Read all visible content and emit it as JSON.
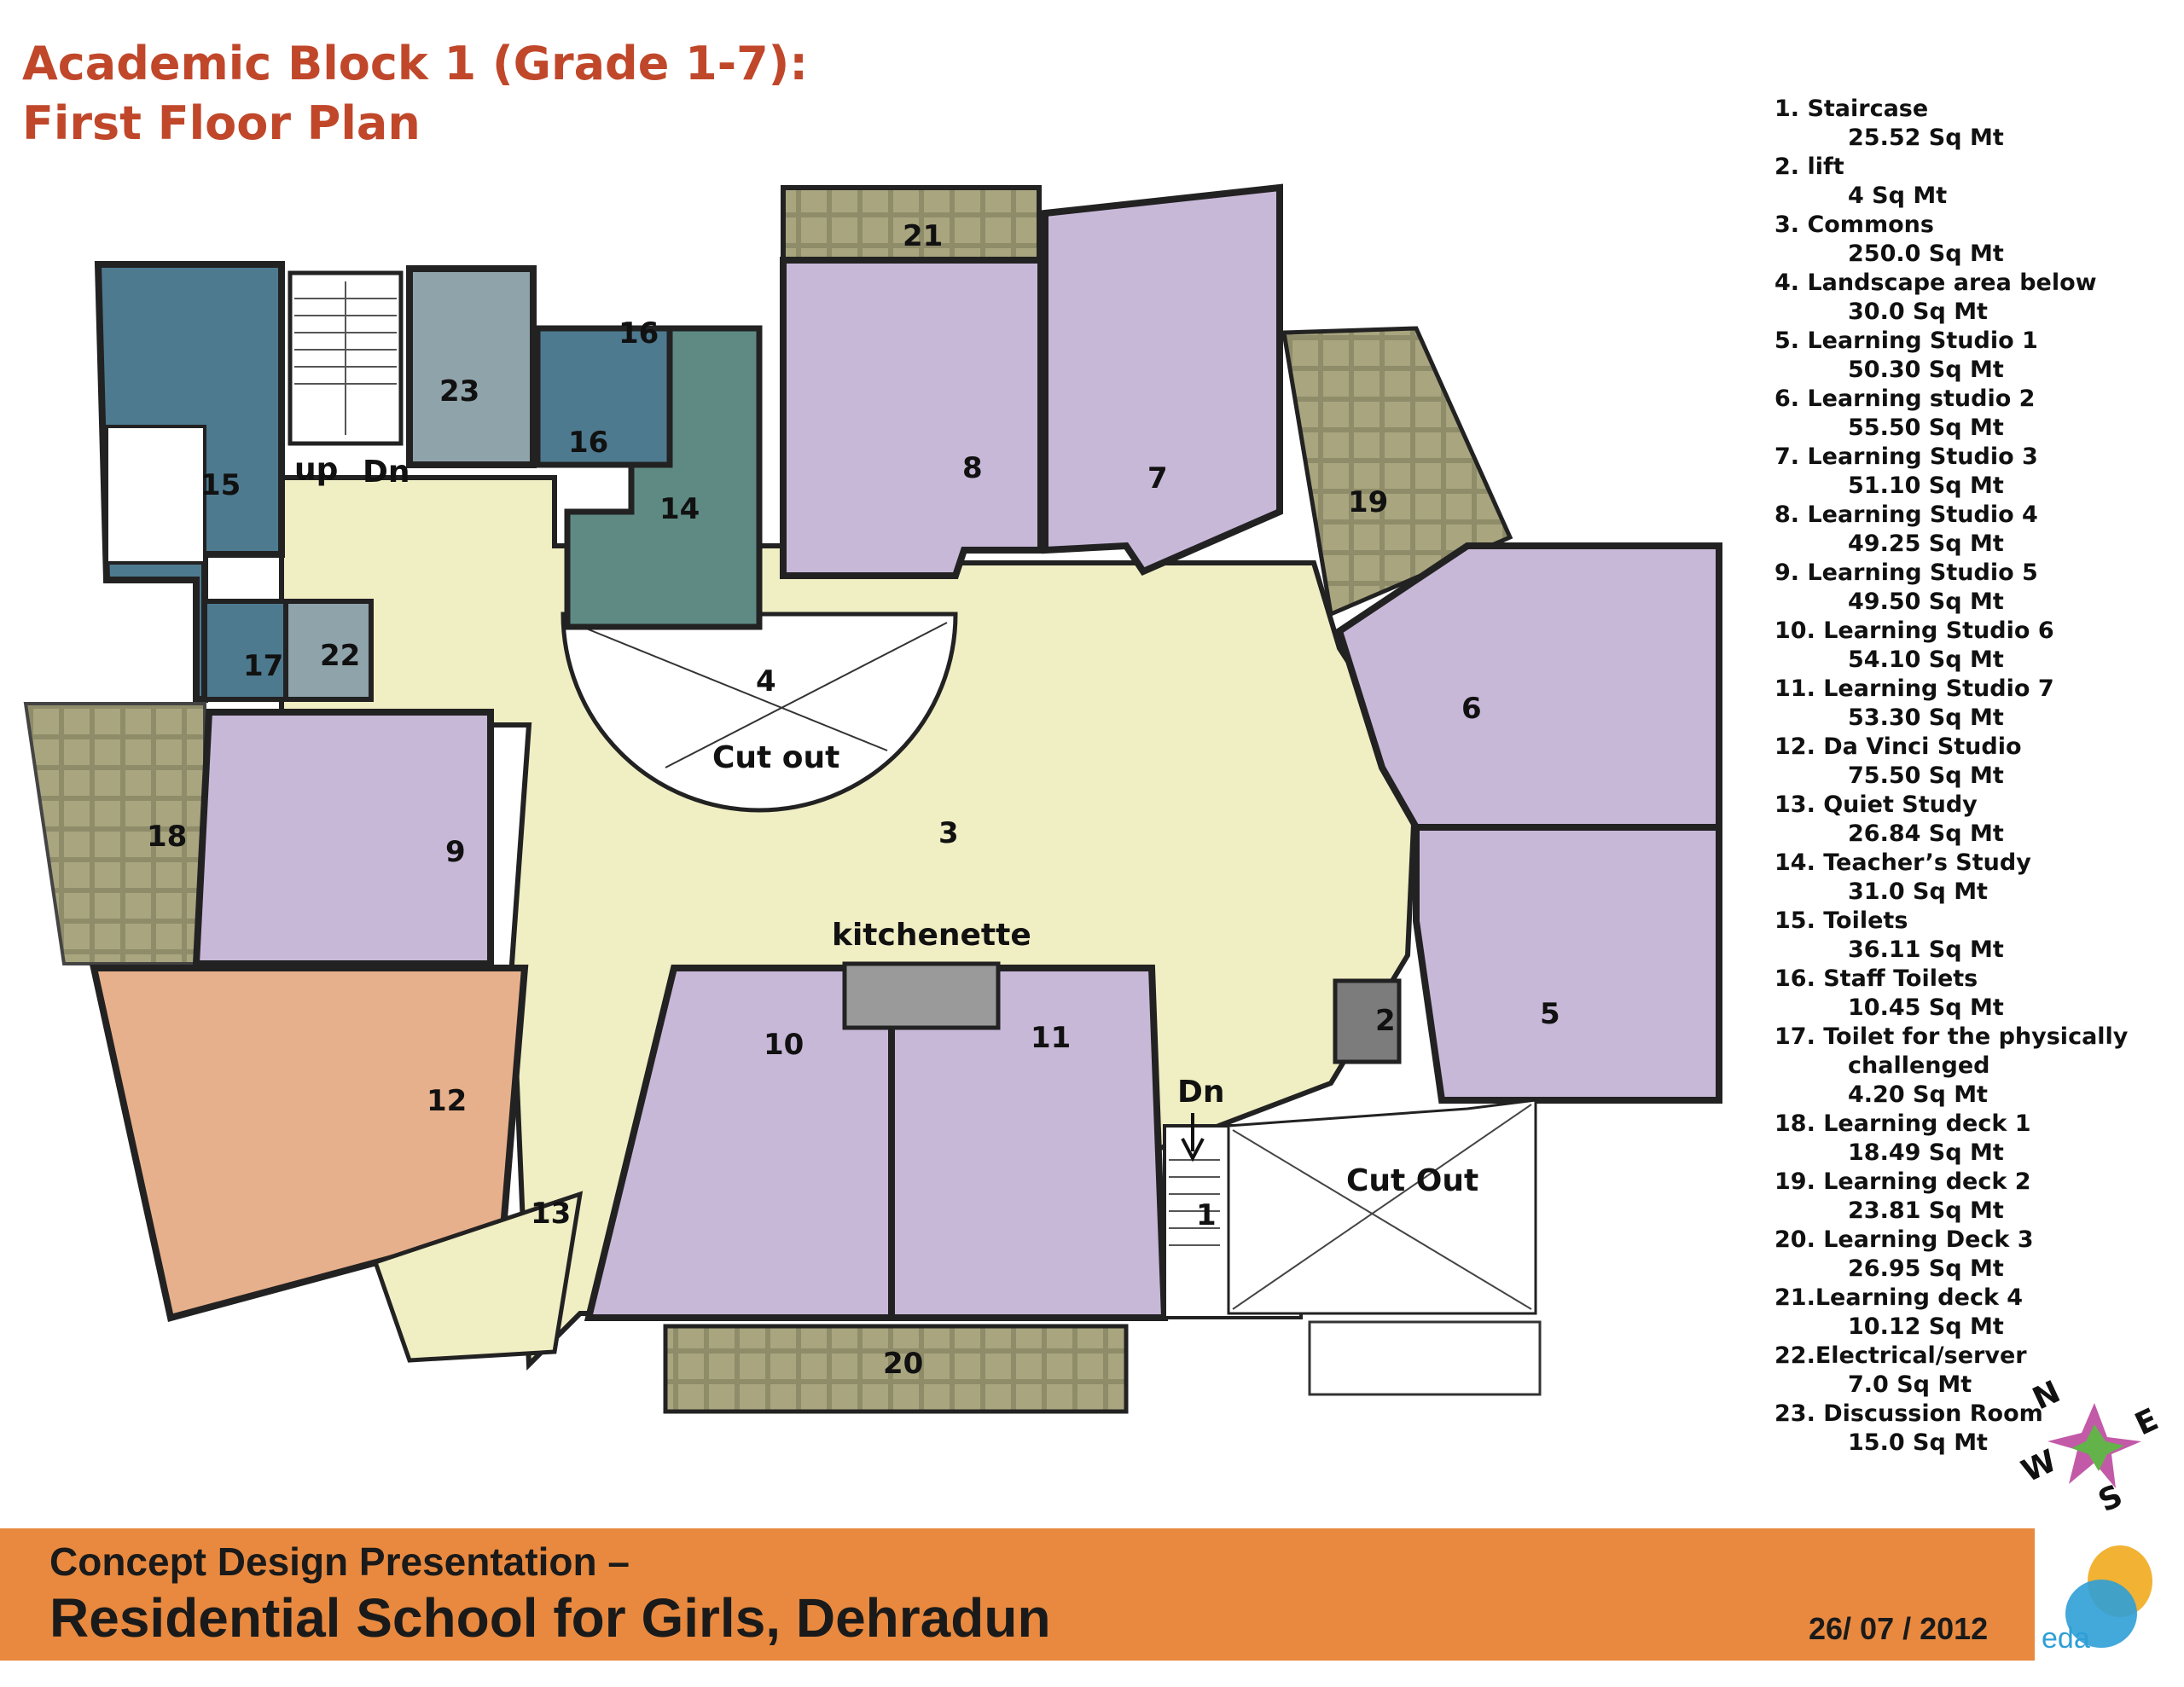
{
  "header": {
    "title_line1": "Academic Block 1 (Grade 1-7):",
    "title_line2": "First Floor Plan"
  },
  "plan": {
    "labels": {
      "r1": "1",
      "r2": "2",
      "r3": "3",
      "r4": "4",
      "r5": "5",
      "r6": "6",
      "r7": "7",
      "r8": "8",
      "r9": "9",
      "r10": "10",
      "r11": "11",
      "r12": "12",
      "r13": "13",
      "r14": "14",
      "r15": "15",
      "r16a": "16",
      "r16b": "16",
      "r17": "17",
      "r18": "18",
      "r19": "19",
      "r20": "20",
      "r21": "21",
      "r22": "22",
      "r23": "23"
    },
    "annotations": {
      "cut_out_1": "Cut out",
      "cut_out_2": "Cut Out",
      "kitchenette": "kitchenette",
      "up": "up",
      "dn_1": "Dn",
      "dn_2": "Dn"
    },
    "compass": {
      "n": "N",
      "e": "E",
      "s": "S",
      "w": "W"
    },
    "colors": {
      "commons": "#f0eec3",
      "studio": "#c8b8d8",
      "toilets": "#4e7a90",
      "davinci": "#e7b08c",
      "deck": "#8f8c6a",
      "teachers_study": "#5f8a84",
      "discussion": "#8fa3ab"
    }
  },
  "legend": {
    "items": [
      {
        "name": "1.  Staircase",
        "area": "25.52 Sq Mt"
      },
      {
        "name": "2. lift",
        "area": "4 Sq Mt"
      },
      {
        "name": "3. Commons",
        "area": "250.0  Sq Mt"
      },
      {
        "name": "4. Landscape area below",
        "area": "30.0 Sq Mt"
      },
      {
        "name": "5. Learning Studio 1",
        "area": "50.30 Sq Mt"
      },
      {
        "name": "6. Learning studio 2",
        "area": "55.50  Sq Mt"
      },
      {
        "name": "7. Learning Studio 3",
        "area": "51.10 Sq Mt"
      },
      {
        "name": "8. Learning Studio 4",
        "area": "49.25 Sq Mt"
      },
      {
        "name": "9. Learning Studio 5",
        "area": "49.50 Sq Mt"
      },
      {
        "name": "10. Learning Studio 6",
        "area": "54.10 Sq Mt"
      },
      {
        "name": "11. Learning Studio 7",
        "area": "53.30 Sq Mt"
      },
      {
        "name": "12. Da Vinci Studio",
        "area": "75.50 Sq Mt"
      },
      {
        "name": "13. Quiet Study",
        "area": "26.84 Sq Mt"
      },
      {
        "name": "14. Teacher’s Study",
        "area": "31.0 Sq Mt"
      },
      {
        "name": "15. Toilets",
        "area": "36.11  Sq Mt"
      },
      {
        "name": "16. Staff Toilets",
        "area": "10.45 Sq Mt"
      },
      {
        "name": "17. Toilet for the physically",
        "name2": "challenged",
        "area": "4.20 Sq Mt"
      },
      {
        "name": "18. Learning deck 1",
        "area": "18.49 Sq Mt"
      },
      {
        "name": "19. Learning deck 2",
        "area": "23.81 Sq Mt"
      },
      {
        "name": "20. Learning Deck 3",
        "area": "26.95 Sq Mt"
      },
      {
        "name": "21.Learning deck 4",
        "area": "10.12 Sq Mt"
      },
      {
        "name": "22.Electrical/server",
        "area": "7.0 Sq Mt"
      },
      {
        "name": "23. Discussion Room",
        "area": "15.0 Sq Mt"
      }
    ]
  },
  "footer": {
    "subtitle": "Concept Design Presentation –",
    "main": "Residential School for Girls, Dehradun",
    "date": "26/ 07 / 2012",
    "logo_text": "eda"
  }
}
